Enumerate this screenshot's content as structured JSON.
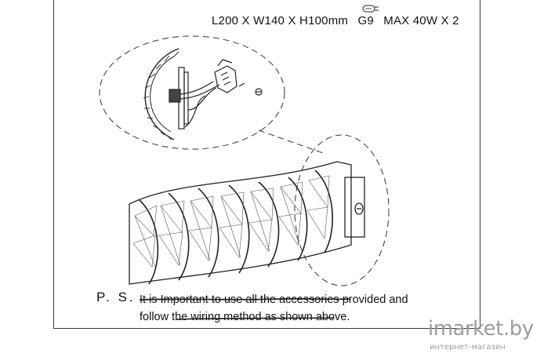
{
  "specs": {
    "dimensions": "L200 X W140 X H100mm",
    "bulb_type": "G9",
    "power": "MAX 40W X 2"
  },
  "note": {
    "ps_label": "P. S.",
    "line1": "It is Important to use all the accessories provided and",
    "line2": "follow the wiring method as shown above."
  },
  "watermark": {
    "brand": "imarket.by",
    "subtitle": "интернет-магазин"
  }
}
